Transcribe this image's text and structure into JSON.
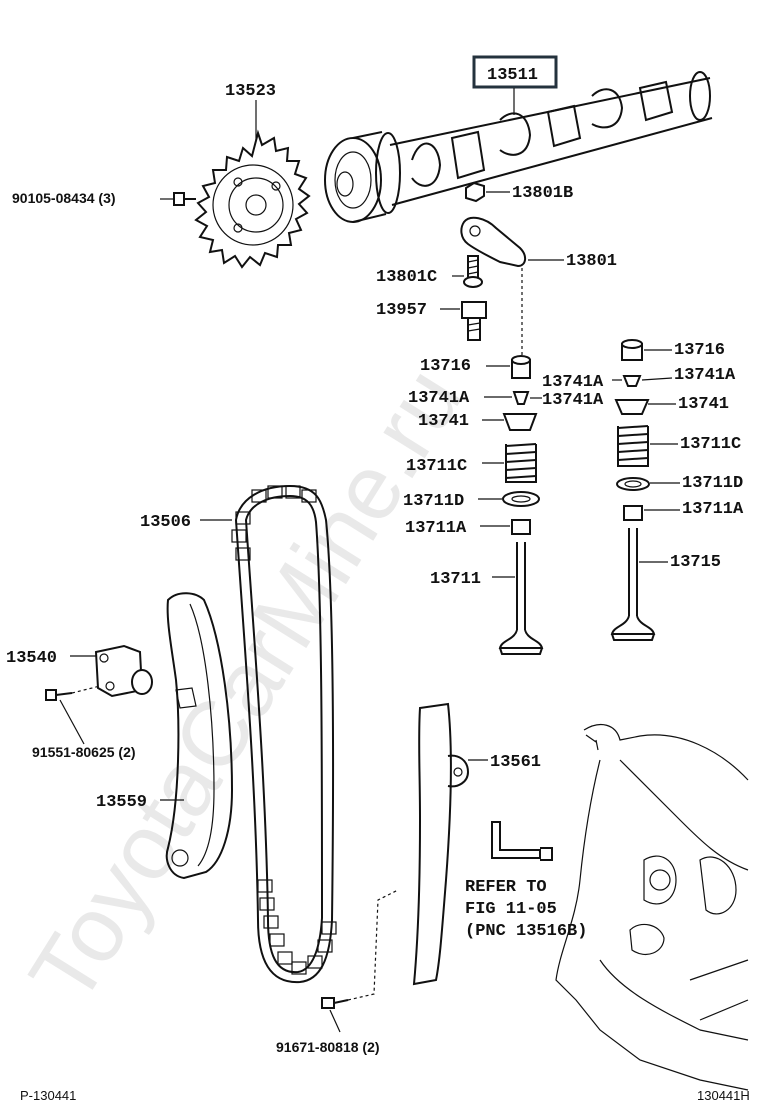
{
  "watermark": "ToyotaCarMine.ru",
  "highlight_part": "13511",
  "labels": {
    "camshaft": "13511",
    "cam_gear": "13523",
    "gear_bolt": "90105-08434 (3)",
    "rocker_nut": "13801B",
    "rocker_arm": "13801",
    "rocker_stud": "13801C",
    "adjust_screw": "13957",
    "lifter_l": "13716",
    "lifter_r": "13716",
    "keeper_l_a": "13741A",
    "keeper_l_b": "13741A",
    "keeper_r_a": "13741A",
    "keeper_r_b": "13741A",
    "retainer_l": "13741",
    "retainer_r": "13741",
    "spring_l": "13711C",
    "spring_r": "13711C",
    "seat_l": "13711D",
    "seat_r": "13711D",
    "seal_l": "13711A",
    "seal_r": "13711A",
    "valve_intake": "13711",
    "valve_exhaust": "13715",
    "chain": "13506",
    "tensioner": "13540",
    "tensioner_bolt": "91551-80625 (2)",
    "slipper": "13559",
    "damper": "13561",
    "damper_bolt": "91671-80818 (2)"
  },
  "refer_note": [
    "REFER TO",
    "FIG 11-05",
    "(PNC 13516B)"
  ],
  "footer": {
    "left": "P-130441",
    "right": "130441H"
  }
}
